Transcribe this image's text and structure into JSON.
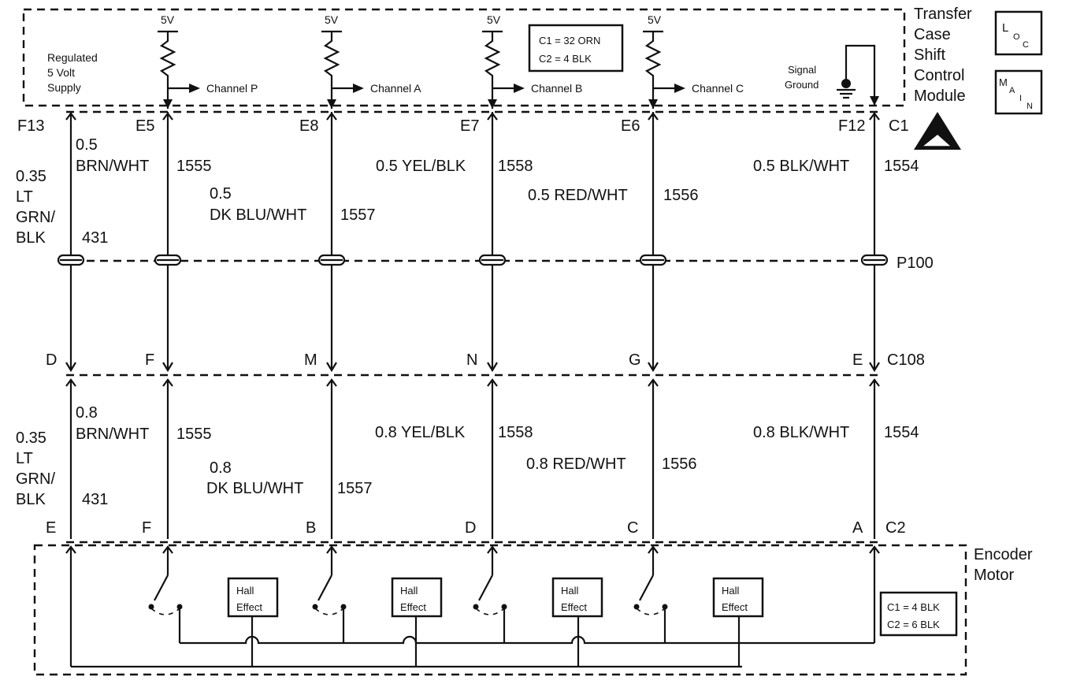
{
  "module": {
    "title_lines": [
      "Transfer",
      "Case",
      "Shift",
      "Control",
      "Module"
    ],
    "supply_lines": [
      "Regulated",
      "5 Volt",
      "Supply"
    ],
    "connector_box": [
      "C1 = 32 ORN",
      "C2 = 4 BLK"
    ],
    "signal_ground": [
      "Signal",
      "Ground"
    ],
    "voltage_label": "5V",
    "channels": [
      "Channel P",
      "Channel A",
      "Channel B",
      "Channel C"
    ],
    "icon_loc": {
      "big": "L",
      "sub1": "O",
      "sub2": "C"
    },
    "icon_main": {
      "big": "M",
      "sub1": "A",
      "sub2": "I",
      "sub3": "N"
    }
  },
  "connectors": {
    "p100": "P100",
    "c108": "C108",
    "c1": "C1",
    "c2": "C2"
  },
  "pins_top": [
    "F13",
    "E5",
    "E8",
    "E7",
    "E6",
    "F12"
  ],
  "pins_c108": [
    "D",
    "F",
    "M",
    "N",
    "G",
    "E"
  ],
  "pins_c2": [
    "E",
    "F",
    "B",
    "D",
    "C",
    "A"
  ],
  "wires_upper": {
    "w431": {
      "size": "0.35",
      "color_lines": [
        "LT",
        "GRN/",
        "BLK"
      ],
      "circuit": "431"
    },
    "w1555": {
      "size": "0.5",
      "color": "BRN/WHT",
      "circuit": "1555"
    },
    "w1557": {
      "size": "0.5",
      "color": "DK BLU/WHT",
      "circuit": "1557"
    },
    "w1558": {
      "text": "0.5 YEL/BLK",
      "circuit": "1558"
    },
    "w1556": {
      "text": "0.5 RED/WHT",
      "circuit": "1556"
    },
    "w1554": {
      "text": "0.5 BLK/WHT",
      "circuit": "1554"
    }
  },
  "wires_lower": {
    "w431": {
      "size": "0.35",
      "color_lines": [
        "LT",
        "GRN/",
        "BLK"
      ],
      "circuit": "431"
    },
    "w1555": {
      "size": "0.8",
      "color": "BRN/WHT",
      "circuit": "1555"
    },
    "w1557": {
      "size": "0.8",
      "color": "DK BLU/WHT",
      "circuit": "1557"
    },
    "w1558": {
      "text": "0.8 YEL/BLK",
      "circuit": "1558"
    },
    "w1556": {
      "text": "0.8 RED/WHT",
      "circuit": "1556"
    },
    "w1554": {
      "text": "0.8 BLK/WHT",
      "circuit": "1554"
    }
  },
  "encoder": {
    "title_lines": [
      "Encoder",
      "Motor"
    ],
    "hall_effect": [
      "Hall",
      "Effect"
    ],
    "connector_box": [
      "C1 = 4 BLK",
      "C2 = 6 BLK"
    ]
  }
}
